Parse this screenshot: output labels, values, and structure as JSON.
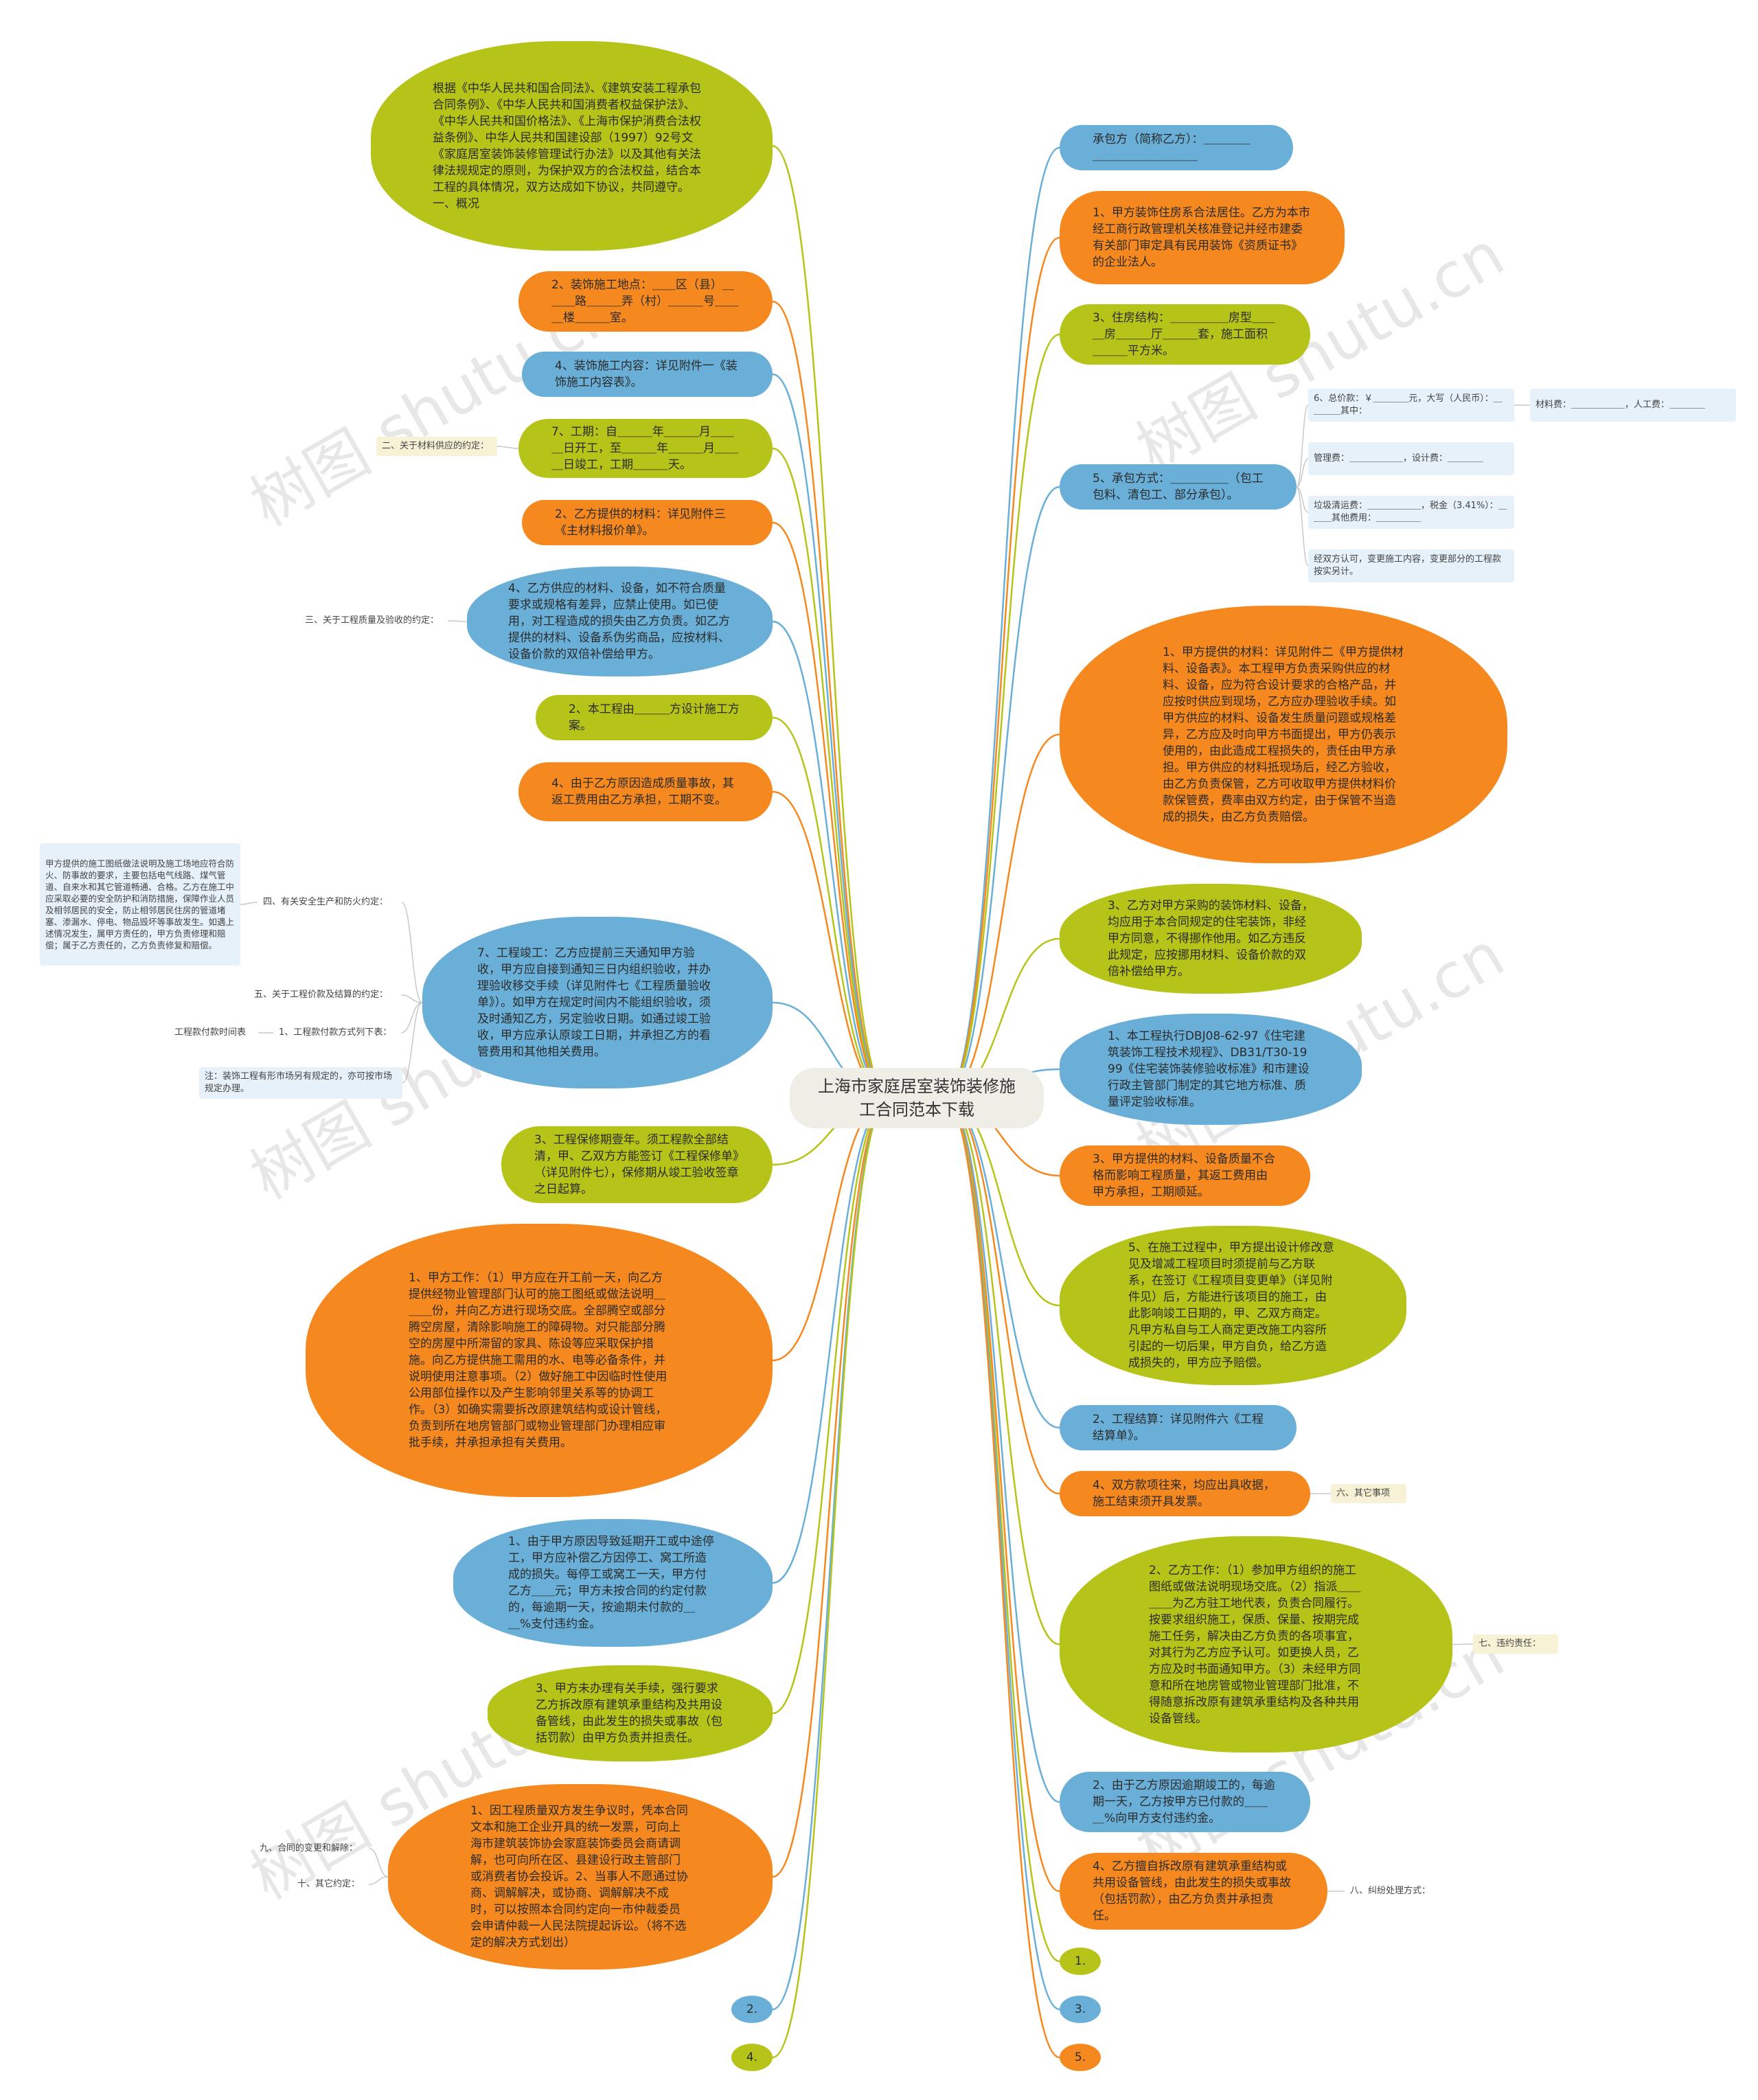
{
  "center": "上海市家庭居室装饰装修施工合同范本下载",
  "watermark": "树图 shutu.cn",
  "colors": {
    "olive": "#b6c419",
    "orange": "#f5891f",
    "blue": "#69afd8",
    "center": "#eeede6"
  },
  "left": {
    "n1": "根据《中华人民共和国合同法》、《建筑安装工程承包合同条例》、《中华人民共和国消费者权益保护法》、《中华人民共和国价格法》、《上海市保护消费合法权益条例》、中华人民共和国建设部（1997）92号文《家庭居室装饰装修管理试行办法》以及其他有关法律法规规定的原则，为保护双方的合法权益，结合本工程的具体情况，双方达成如下协议，共同遵守。一、概况",
    "n2": "2、装饰施工地点：＿＿区（县）＿＿＿路＿＿＿弄（村）＿＿＿号＿＿＿楼＿＿＿室。",
    "n3": "4、装饰施工内容：详见附件一《装饰施工内容表》。",
    "n4": "7、工期：自＿＿＿年＿＿＿月＿＿＿日开工，至＿＿＿年＿＿＿月＿＿＿日竣工，工期＿＿＿天。",
    "n5": "2、乙方提供的材料：详见附件三《主材料报价单》。",
    "n6": "4、乙方供应的材料、设备，如不符合质量要求或规格有差异，应禁止使用。如已使用，对工程造成的损失由乙方负责。如乙方提供的材料、设备系伪劣商品，应按材料、设备价款的双倍补偿给甲方。",
    "n7": "2、本工程由＿＿＿方设计施工方案。",
    "n8": "4、由于乙方原因造成质量事故，其返工费用由乙方承担，工期不变。",
    "n9": "7、工程竣工：乙方应提前三天通知甲方验收，甲方应自接到通知三日内组织验收，并办理验收移交手续（详见附件七《工程质量验收单》）。如甲方在规定时间内不能组织验收，须及时通知乙方，另定验收日期。如通过竣工验收，甲方应承认原竣工日期，并承担乙方的看管费用和其他相关费用。",
    "n10": "3、工程保修期壹年。须工程款全部结清，甲、乙双方方能签订《工程保修单》（详见附件七），保修期从竣工验收签章之日起算。",
    "n11": "1、甲方工作：（1）甲方应在开工前一天，向乙方提供经物业管理部门认可的施工图纸或做法说明＿＿＿份，并向乙方进行现场交底。全部腾空或部分腾空房屋，清除影响施工的障碍物。对只能部分腾空的房屋中所滞留的家具、陈设等应采取保护措施。向乙方提供施工需用的水、电等必备条件，并说明使用注意事项。（2）做好施工中因临时性使用公用部位操作以及产生影响邻里关系等的协调工作。（3）如确实需要拆改原建筑结构或设计管线，负责到所在地房管部门或物业管理部门办理相应审批手续，并承担承担有关费用。",
    "n12": "1、由于甲方原因导致延期开工或中途停工，甲方应补偿乙方因停工、窝工所造成的损失。每停工或窝工一天，甲方付乙方＿＿元；甲方未按合同的约定付款的，每逾期一天，按逾期未付款的＿＿%支付违约金。",
    "n13": "3、甲方未办理有关手续，强行要求乙方拆改原有建筑承重结构及共用设备管线，由此发生的损失或事故（包括罚款）由甲方负责并担责任。",
    "n14": "1、因工程质量双方发生争议时，凭本合同文本和施工企业开具的统一发票，可向上海市建筑装饰协会家庭装饰委员会商请调解，也可向所在区、县建设行政主管部门或消费者协会投诉。2、当事人不愿通过协商、调解解决，或协商、调解解决不成时，可以按照本合同约定向一市仲裁委员会申请仲裁一人民法院提起诉讼。（将不选定的解决方式划出）",
    "d2": "2.",
    "d4": "4."
  },
  "leftLabels": {
    "l1": "二、关于材料供应的约定：",
    "l2": "三、关于工程质量及验收的约定：",
    "l3": "四、有关安全生产和防火约定：",
    "l3text": "甲方提供的施工图纸做法说明及施工场地应符合防火、防事故的要求，主要包括电气线路、煤气管道、自来水和其它管道畅通、合格。乙方在施工中应采取必要的安全防护和消防措施，保障作业人员及相邻居民的安全，防止相邻居民住房的管道堵塞、渗漏水、停电、物品毁坏等事故发生。如遇上述情况发生，属甲方责任的，甲方负责修理和赔偿；属于乙方责任的，乙方负责修复和赔偿。",
    "l4": "五、关于工程价款及结算的约定：",
    "l5": "1、工程款付款方式列下表：",
    "l5a": "工程款付款时间表",
    "l6": "注：装饰工程有形市场另有规定的，亦可按市场规定办理。",
    "l7": "九、合同的变更和解除：",
    "l8": "十、其它约定："
  },
  "right": {
    "r1": "承包方（简称乙方）：＿＿＿＿＿＿＿＿＿＿＿＿＿",
    "r2": "1、甲方装饰住房系合法居住。乙方为本市经工商行政管理机关核准登记并经市建委有关部门审定具有民用装饰《资质证书》的企业法人。",
    "r3": "3、住房结构：＿＿＿＿＿房型＿＿＿房＿＿＿厅＿＿＿套，施工面积＿＿＿平方米。",
    "r4": "5、承包方式：＿＿＿＿＿（包工包料、清包工、部分承包）。",
    "r5": "1、甲方提供的材料：详见附件二《甲方提供材料、设备表》。本工程甲方负责采购供应的材料、设备，应为符合设计要求的合格产品，并应按时供应到现场，乙方应办理验收手续。如甲方供应的材料、设备发生质量问题或规格差异，乙方应及时向甲方书面提出，甲方仍表示使用的，由此造成工程损失的，责任由甲方承担。甲方供应的材料抵现场后，经乙方验收，由乙方负责保管，乙方可收取甲方提供材料价款保管费，费率由双方约定，由于保管不当造成的损失，由乙方负责赔偿。",
    "r6": "3、乙方对甲方采购的装饰材料、设备，均应用于本合同规定的住宅装饰，非经甲方同意，不得挪作他用。如乙方违反此规定，应按挪用材料、设备价款的双倍补偿给甲方。",
    "r7": "1、本工程执行DBJ08-62-97《住宅建筑装饰工程技术规程》、DB31/T30-1999《住宅装饰装修验收标准》和市建设行政主管部门制定的其它地方标准、质量评定验收标准。",
    "r8": "3、甲方提供的材料、设备质量不合格而影响工程质量，其返工费用由甲方承担，工期顺延。",
    "r9": "5、在施工过程中，甲方提出设计修改意见及增减工程项目时须提前与乙方联系，在签订《工程项目变更单》（详见附件见）后，方能进行该项目的施工，由此影响竣工日期的，甲、乙双方商定。凡甲方私自与工人商定更改施工内容所引起的一切后果，甲方自负，给乙方造成损失的，甲方应予赔偿。",
    "r10": "2、工程结算：详见附件六《工程结算单》。",
    "r11": "4、双方款项往来，均应出具收据，施工结束须开具发票。",
    "r12": "2、乙方工作：（1）参加甲方组织的施工图纸或做法说明现场交底。（2）指派＿＿＿＿为乙方驻工地代表，负责合同履行。按要求组织施工，保质、保量、按期完成施工任务，解决由乙方负责的各项事宜，对其行为乙方应予认可。如更换人员，乙方应及时书面通知甲方。（3）未经甲方同意和所在地房管或物业管理部门批准，不得随意拆改原有建筑承重结构及各种共用设备管线。",
    "r13": "2、由于乙方原因逾期竣工的，每逾期一天，乙方按甲方已付款的＿＿＿%向甲方支付违约金。",
    "r14": "4、乙方擅自拆改原有建筑承重结构或共用设备管线，由此发生的损失或事故（包括罚款），由乙方负责并承担责任。",
    "d1": "1.",
    "d3": "3.",
    "d5": "5."
  },
  "rightLabels": {
    "q1": "6、总价款：￥＿＿＿＿元，大写（人民币）：＿＿＿＿其中：",
    "q1a": "材料费：＿＿＿＿＿＿，人工费：＿＿＿＿",
    "q2": "管理费：＿＿＿＿＿＿，设计费：＿＿＿＿",
    "q3": "垃圾清运费：＿＿＿＿＿＿，税金（3.41%）：＿＿＿其他费用：＿＿＿＿＿",
    "q4": "经双方认可，变更施工内容，变更部分的工程款按实另计。",
    "q5": "六、其它事项",
    "q6": "七、违约责任：",
    "q7": "八、纠纷处理方式："
  }
}
